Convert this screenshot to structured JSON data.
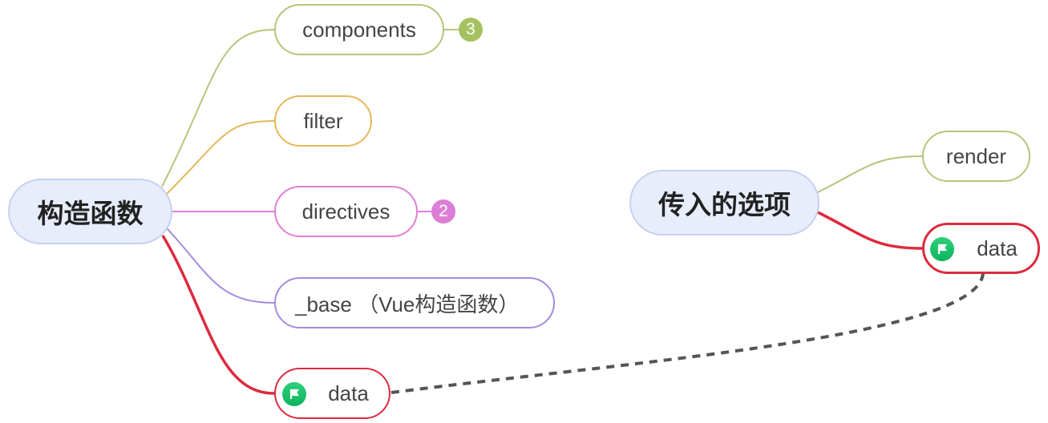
{
  "roots": [
    {
      "label": "构造函数"
    },
    {
      "label": "传入的选项"
    }
  ],
  "children_root1": [
    {
      "label": "components",
      "badge": "3",
      "color": "#b3c77a"
    },
    {
      "label": "filter",
      "color": "#e5b85a"
    },
    {
      "label": "directives",
      "badge": "2",
      "color": "#e07fd8"
    },
    {
      "label": "_base （Vue构造函数）",
      "color": "#a48ae0"
    },
    {
      "label": "data",
      "icon": "green-flag-icon",
      "color": "#dc2a3e"
    }
  ],
  "children_root2": [
    {
      "label": "render",
      "color": "#b3c77a"
    },
    {
      "label": "data",
      "icon": "green-flag-icon",
      "color": "#dc2a3e"
    }
  ],
  "relationship": {
    "style": "dashed",
    "color": "#555555"
  }
}
